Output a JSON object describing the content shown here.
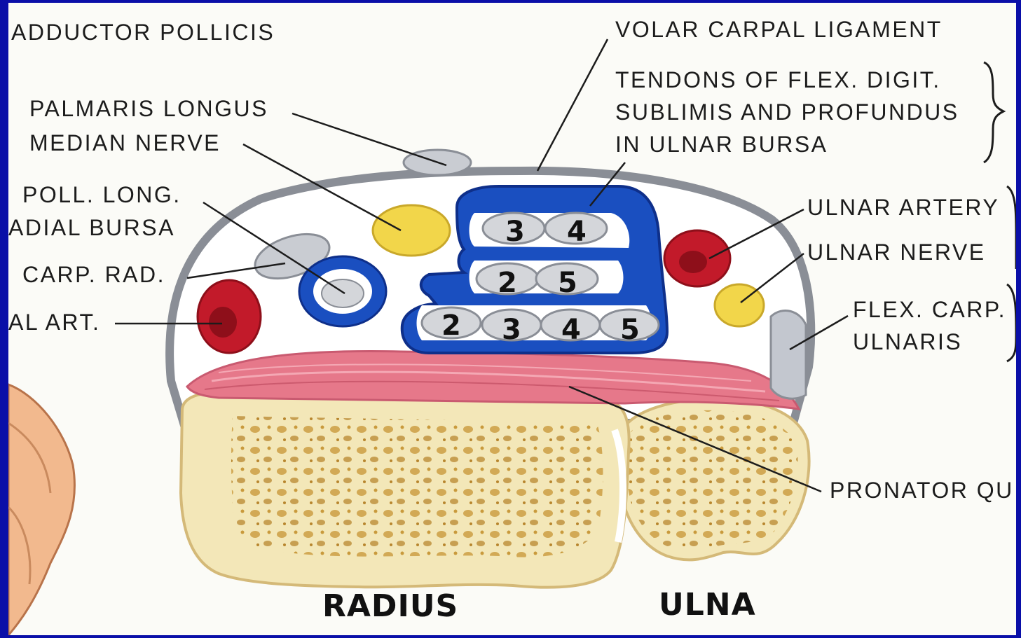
{
  "labels": {
    "adductor_pollicis": "ADDUCTOR POLLICIS",
    "palmaris_longus": "PALMARIS LONGUS",
    "median_nerve": "MEDIAN NERVE",
    "poll_long": "POLL. LONG.",
    "radial_bursa": "ADIAL BURSA",
    "carp_rad": "CARP. RAD.",
    "al_art": "AL ART.",
    "volar_carpal_ligament": "VOLAR CARPAL LIGAMENT",
    "tendons_line1": "TENDONS OF FLEX. DIGIT.",
    "tendons_line2": "SUBLIMIS AND PROFUNDUS",
    "tendons_line3": "IN ULNAR BURSA",
    "ulnar_artery": "ULNAR ARTERY",
    "ulnar_nerve": "ULNAR NERVE",
    "flex_carp_1": "FLEX. CARP.",
    "flex_carp_2": "ULNARIS",
    "pronator": "PRONATOR QU",
    "radius": "RADIUS",
    "ulna": "ULNA"
  },
  "tendon_numbers": {
    "top": [
      "3",
      "4"
    ],
    "middle": [
      "2",
      "5"
    ],
    "bottom": [
      "2",
      "3",
      "4",
      "5"
    ]
  },
  "colors": {
    "frame": "#0a0fa8",
    "bursa": "#1a4fc0",
    "artery": "#c21a2a",
    "nerve": "#f2d64a",
    "tendon": "#d4d6da",
    "muscle": "#e6788a",
    "bone": "#f3e7b8"
  }
}
